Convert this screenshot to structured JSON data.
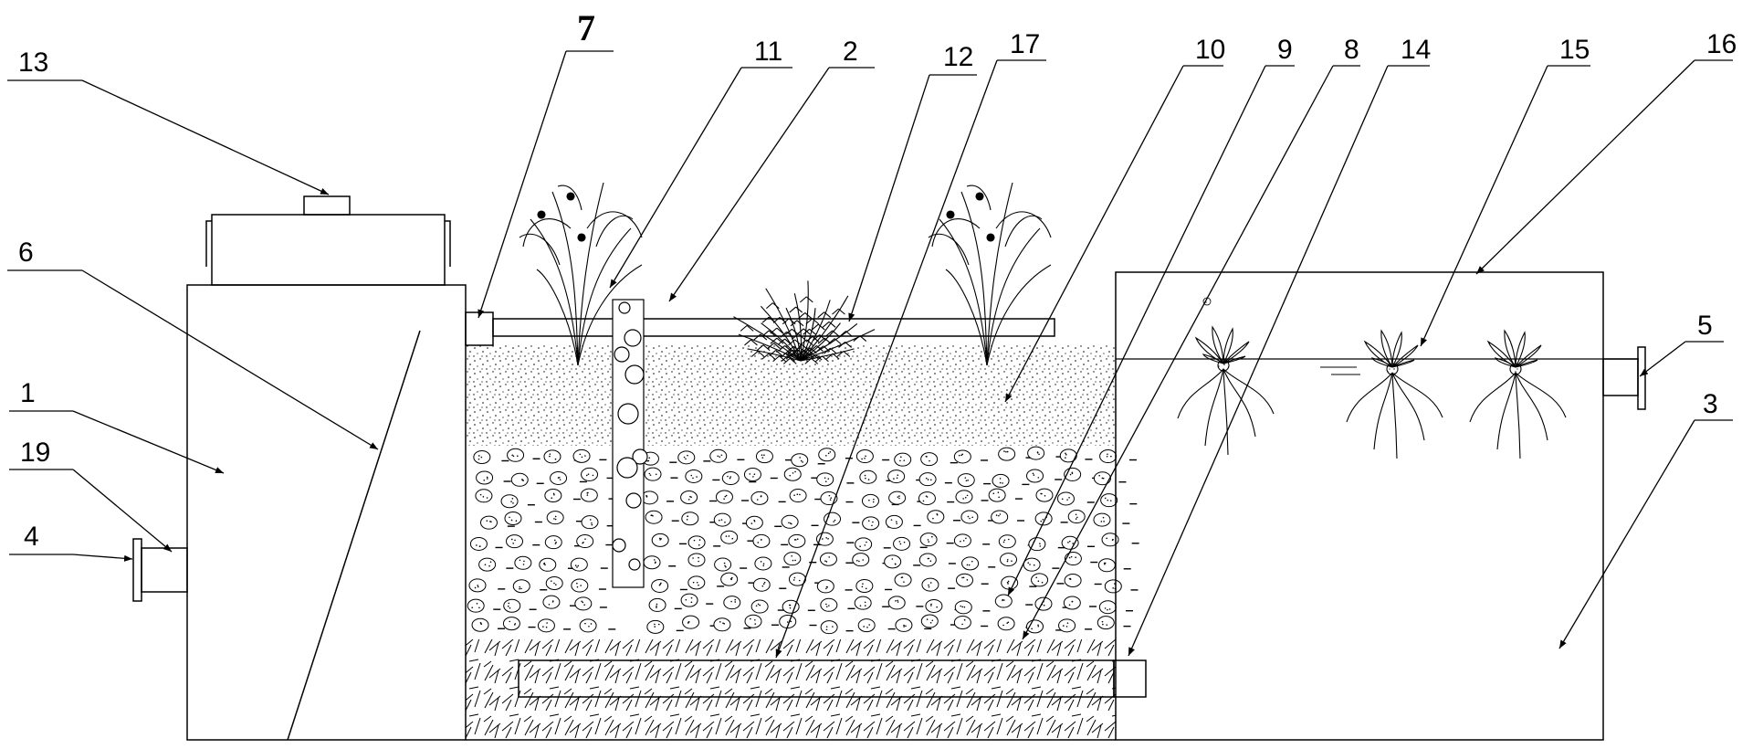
{
  "diagram": {
    "labels": [
      {
        "id": "1",
        "text": "1"
      },
      {
        "id": "2",
        "text": "2"
      },
      {
        "id": "3",
        "text": "3"
      },
      {
        "id": "4",
        "text": "4"
      },
      {
        "id": "5",
        "text": "5"
      },
      {
        "id": "6",
        "text": "6"
      },
      {
        "id": "7",
        "text": "7"
      },
      {
        "id": "8",
        "text": "8"
      },
      {
        "id": "9",
        "text": "9"
      },
      {
        "id": "10",
        "text": "10"
      },
      {
        "id": "11",
        "text": "11"
      },
      {
        "id": "12",
        "text": "12"
      },
      {
        "id": "13",
        "text": "13"
      },
      {
        "id": "14",
        "text": "14"
      },
      {
        "id": "15",
        "text": "15"
      },
      {
        "id": "16",
        "text": "16"
      },
      {
        "id": "17",
        "text": "17"
      },
      {
        "id": "19",
        "text": "19"
      }
    ]
  },
  "colors": {
    "line": "#000000",
    "background": "#ffffff"
  }
}
